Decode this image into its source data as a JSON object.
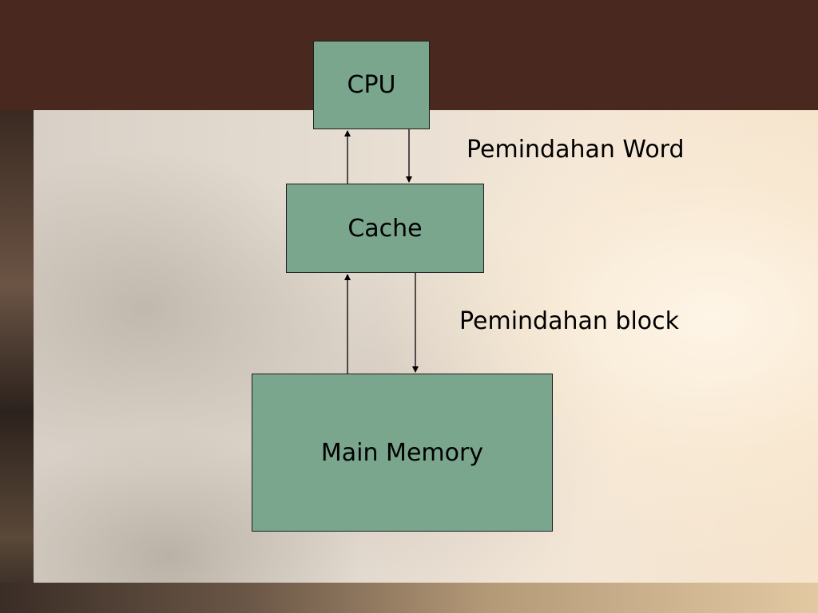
{
  "diagram": {
    "nodes": {
      "cpu": "CPU",
      "cache": "Cache",
      "main_memory": "Main Memory"
    },
    "edge_labels": {
      "word_transfer": "Pemindahan Word",
      "block_transfer": "Pemindahan block"
    },
    "edges": [
      {
        "from": "cache",
        "to": "cpu"
      },
      {
        "from": "cpu",
        "to": "cache"
      },
      {
        "from": "main_memory",
        "to": "cache"
      },
      {
        "from": "cache",
        "to": "main_memory"
      }
    ]
  },
  "colors": {
    "box_fill": "#79a68d",
    "banner": "#48281f"
  }
}
